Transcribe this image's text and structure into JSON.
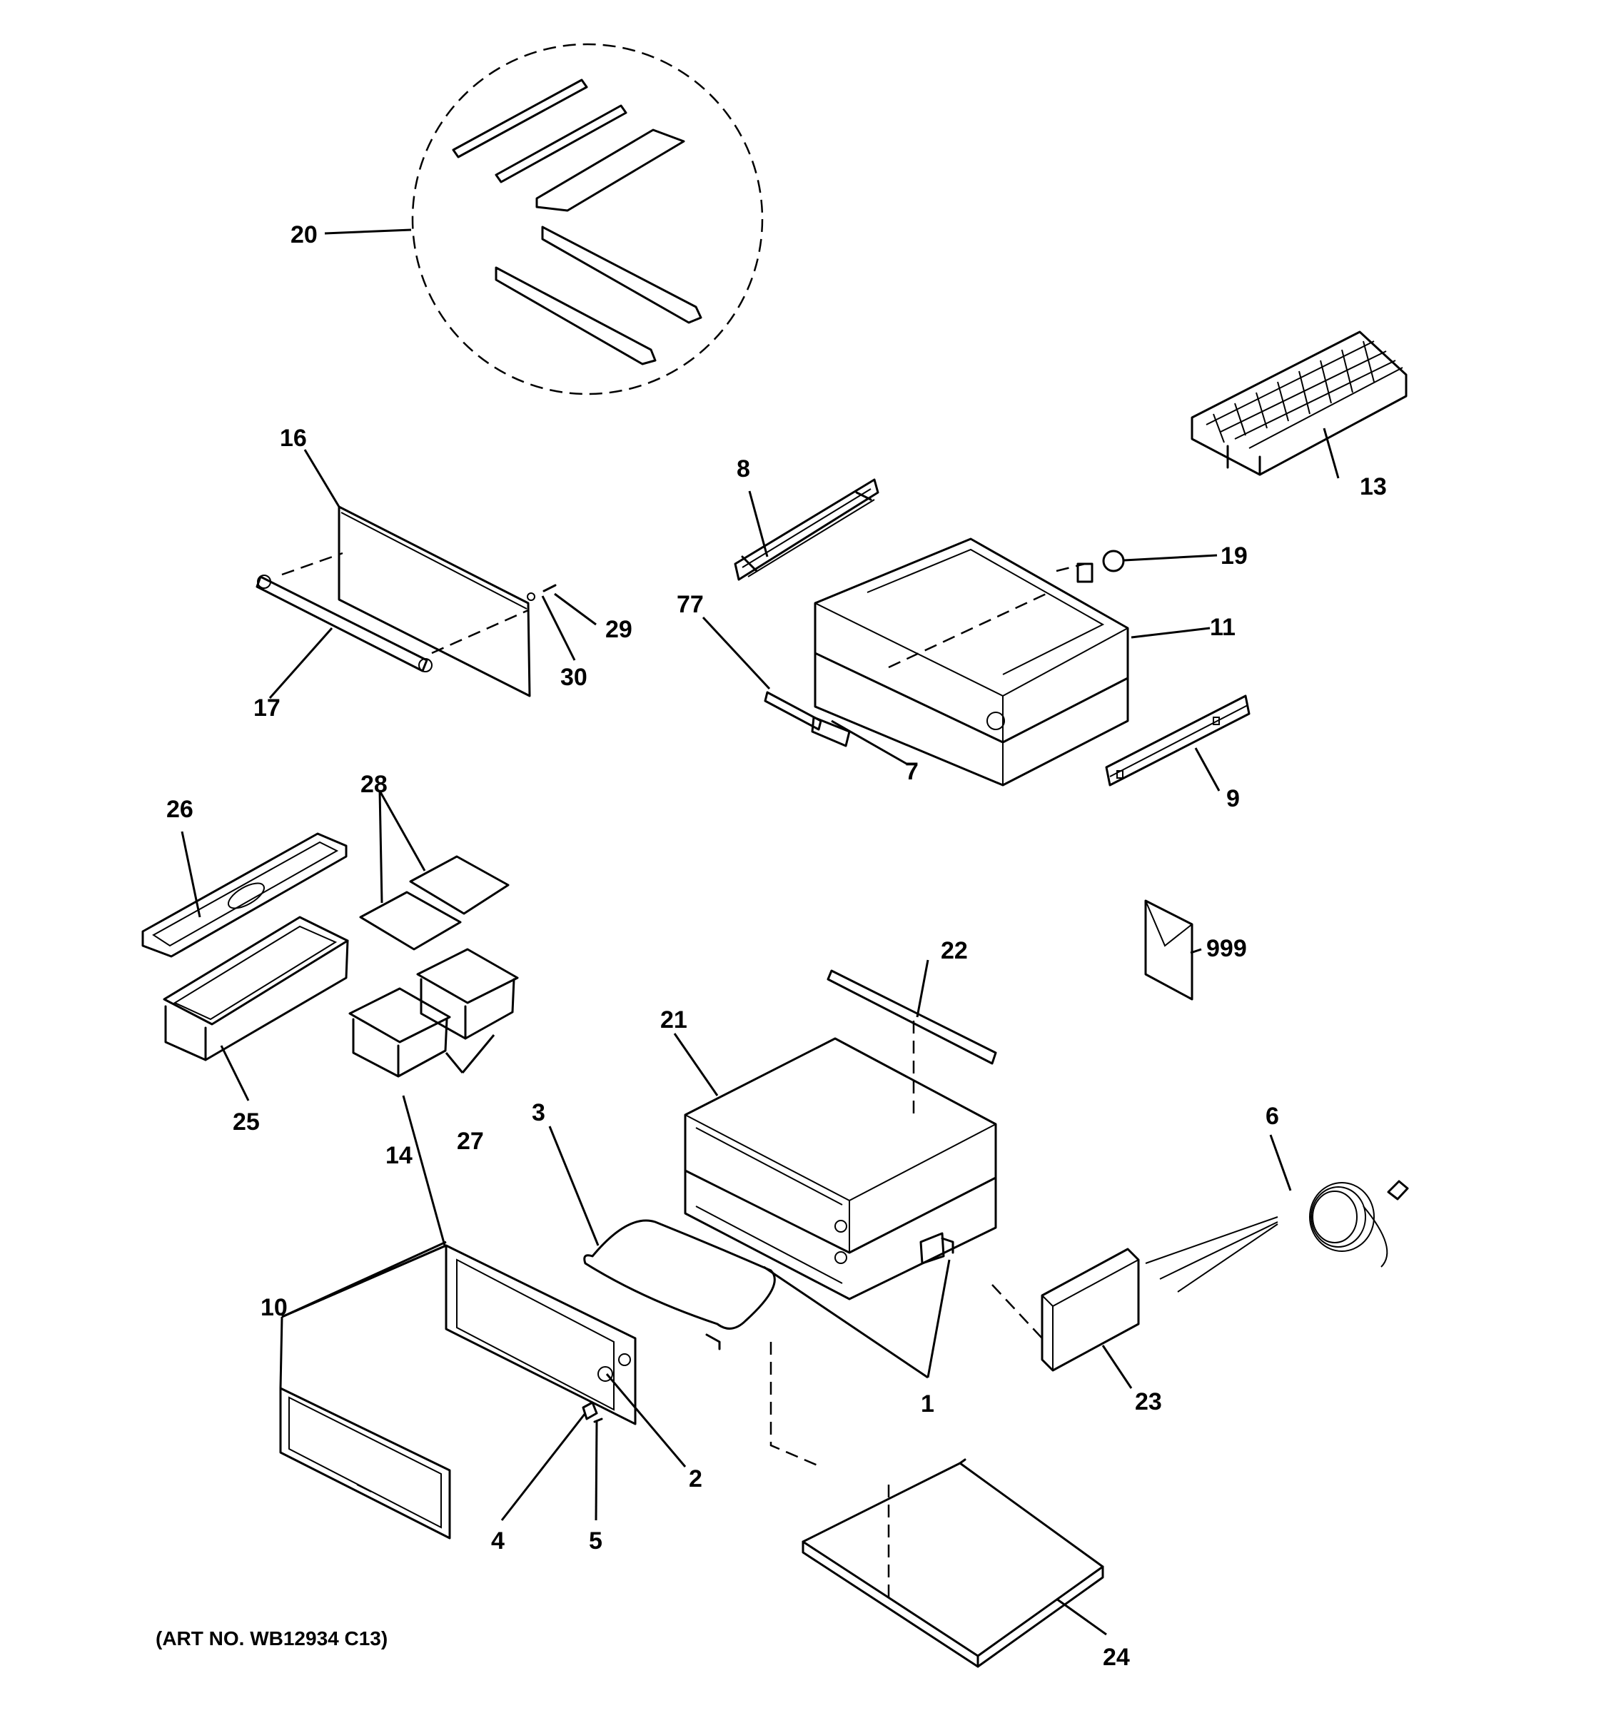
{
  "callouts": {
    "c1": "1",
    "c2": "2",
    "c3": "3",
    "c4": "4",
    "c5": "5",
    "c6": "6",
    "c7": "7",
    "c8": "8",
    "c9": "9",
    "c10": "10",
    "c11": "11",
    "c13": "13",
    "c14": "14",
    "c16": "16",
    "c17": "17",
    "c19": "19",
    "c20": "20",
    "c21": "21",
    "c22": "22",
    "c23": "23",
    "c24": "24",
    "c25": "25",
    "c26": "26",
    "c27": "27",
    "c28": "28",
    "c29": "29",
    "c30": "30",
    "c77": "77",
    "c999": "999"
  },
  "art_number": "(ART NO. WB12934 C13)"
}
